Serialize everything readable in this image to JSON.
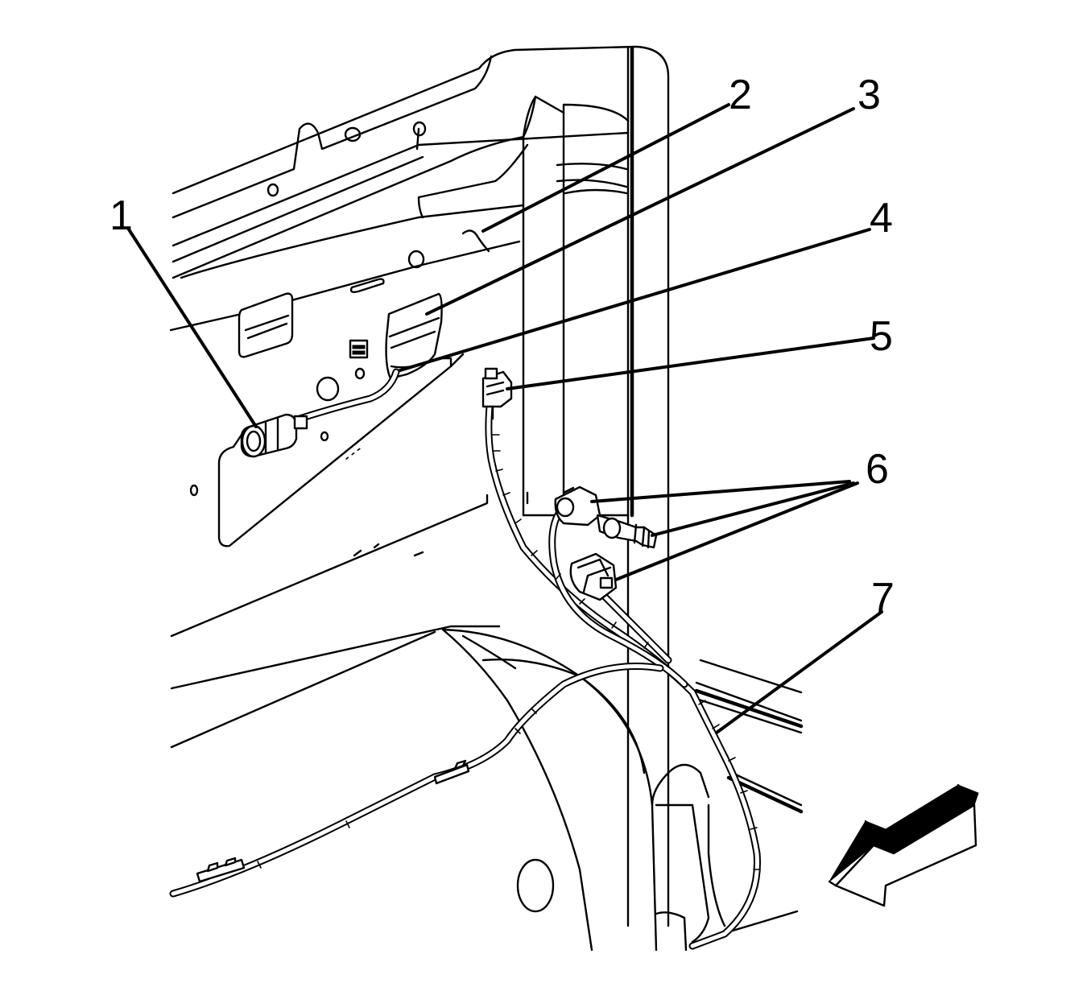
{
  "callouts": {
    "c1": "1",
    "c2": "2",
    "c3": "3",
    "c4": "4",
    "c5": "5",
    "c6": "6",
    "c7": "7"
  },
  "colors": {
    "line": "#000000",
    "background": "#ffffff"
  },
  "icons": {
    "direction_arrow": "front-direction-arrow-icon"
  }
}
